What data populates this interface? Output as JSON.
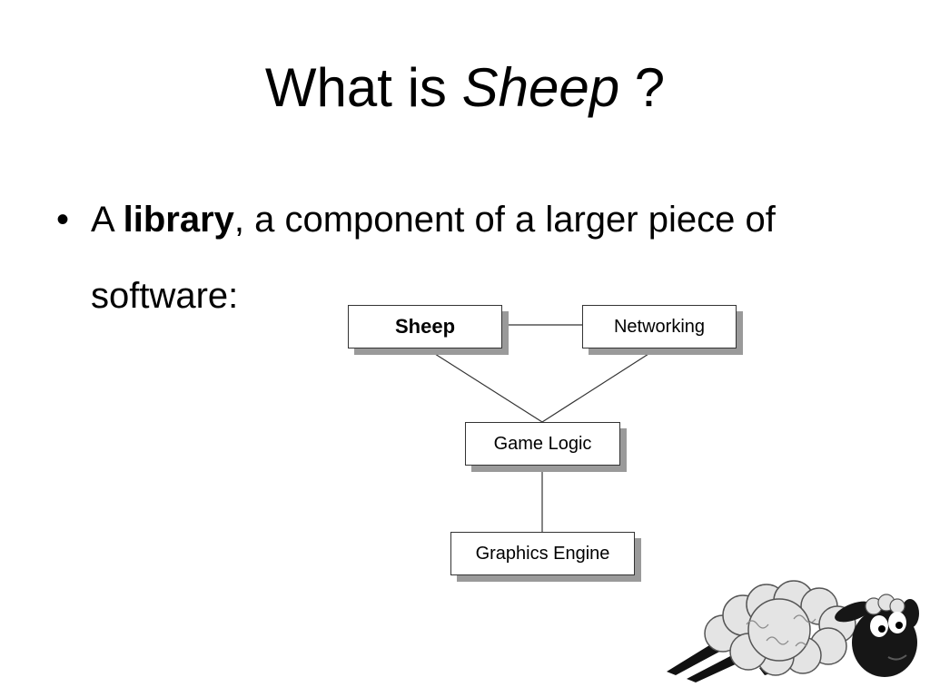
{
  "title": {
    "prefix": "What is",
    "emphasis": "Sheep",
    "suffix": "?"
  },
  "bullet": {
    "marker": "•",
    "lead": "A",
    "keyword": "library",
    "rest": ", a component of a larger piece of software:"
  },
  "diagram": {
    "nodes": {
      "sheep": "Sheep",
      "networking": "Networking",
      "game_logic": "Game Logic",
      "graphics_engine": "Graphics Engine"
    }
  },
  "mascot": {
    "icon": "sheep-mascot-icon"
  }
}
